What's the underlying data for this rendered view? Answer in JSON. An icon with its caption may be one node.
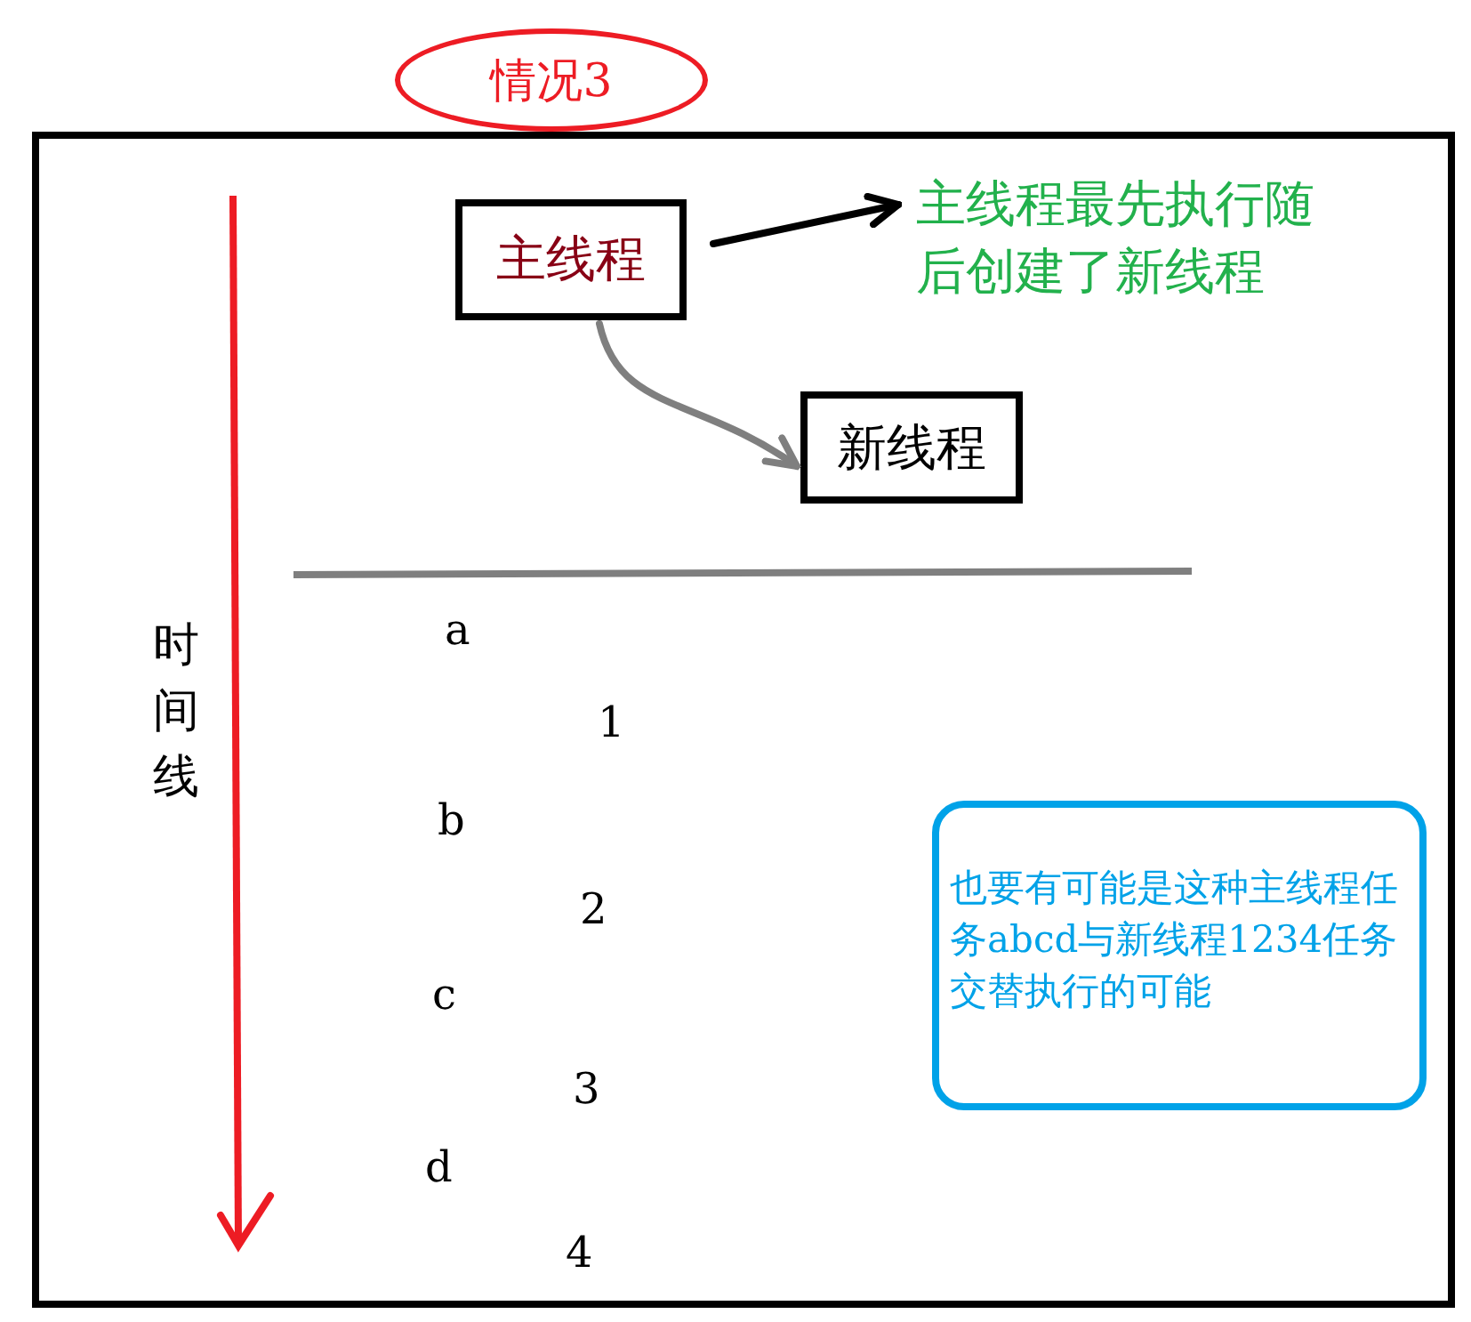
{
  "diagram": {
    "nodes": [
      {
        "text": [
          "情况3"
        ]
      },
      {
        "text": [
          "主线程"
        ]
      },
      {
        "text": [
          "主线程最先执行随后创建了新线程"
        ]
      },
      {
        "text": [
          "新线程"
        ]
      },
      {
        "text": [
          "也要有可能是这种主线程任务abcd与新线程1234任务交替执行的可能"
        ]
      }
    ],
    "edges": [
      {
        "from": 1,
        "to": 2,
        "arrow": "to"
      },
      {
        "from": 1,
        "to": 3,
        "arrow": "to",
        "color": "#7f7f7f"
      }
    ],
    "labels": [
      "时间线",
      "a",
      "1",
      "b",
      "2",
      "c",
      "3",
      "d",
      "4"
    ]
  }
}
